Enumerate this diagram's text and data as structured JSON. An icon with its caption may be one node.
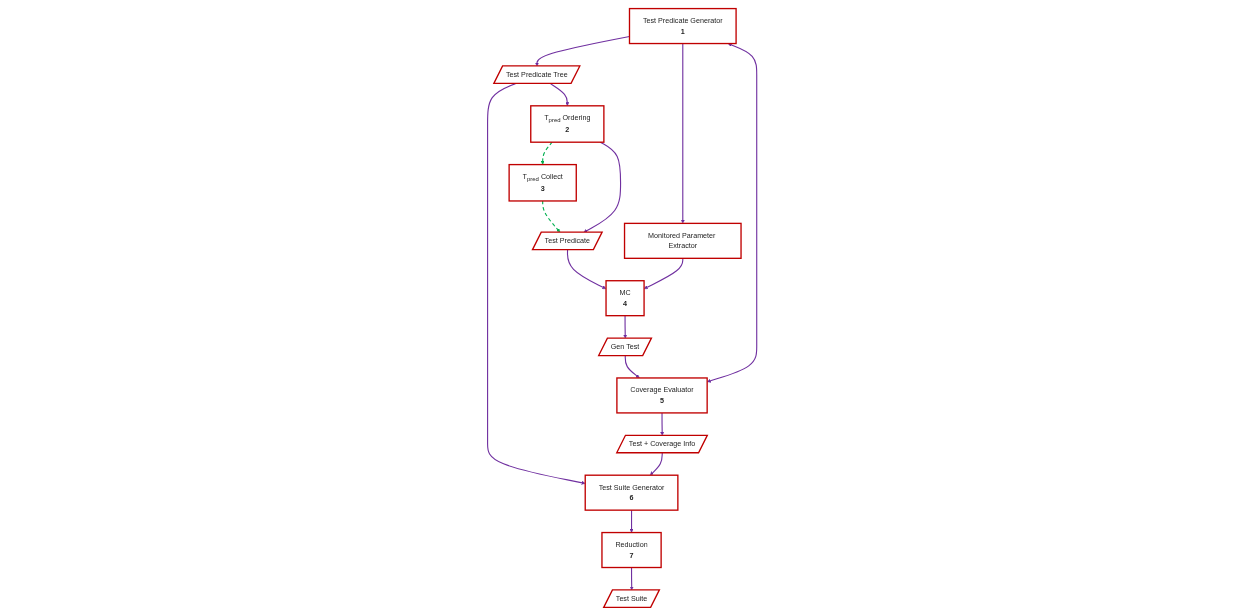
{
  "diagram": {
    "nodes": [
      {
        "text": [
          "Test Predicate Generator",
          "1"
        ]
      },
      {
        "text": [
          "Test Predicate Tree"
        ]
      },
      {
        "text": [
          "T$_{pred}$ Ordering",
          "2"
        ]
      },
      {
        "text": [
          "T$_{pred}$ Collect",
          "3"
        ]
      },
      {
        "text": [
          "Test Predicate"
        ]
      },
      {
        "text": [
          "Monitored Parameter Extractor"
        ]
      },
      {
        "text": [
          "MC",
          "4"
        ]
      },
      {
        "text": [
          "Gen Test"
        ]
      },
      {
        "text": [
          "Coverage Evaluator",
          "5"
        ]
      },
      {
        "text": [
          "Test + Coverage Info"
        ]
      },
      {
        "text": [
          "Test Suite Generator",
          "6"
        ]
      },
      {
        "text": [
          "Reduction",
          "7"
        ]
      },
      {
        "text": [
          "Test Suite"
        ]
      }
    ],
    "edges": [
      {
        "from": 0,
        "to": 1,
        "arrow": "to"
      },
      {
        "from": 1,
        "to": 10,
        "arrow": "to"
      },
      {
        "from": 10,
        "to": 11,
        "arrow": "to"
      },
      {
        "from": 1,
        "to": 2,
        "arrow": "to"
      },
      {
        "from": 2,
        "to": 3,
        "arrow": "to",
        "style": "dashed",
        "color": "#00b050"
      },
      {
        "from": 3,
        "to": 4,
        "arrow": "to",
        "style": "dashed",
        "color": "#00b050"
      },
      {
        "from": 2,
        "to": 4,
        "arrow": "to"
      },
      {
        "from": 0,
        "to": 5,
        "arrow": "to"
      },
      {
        "from": 4,
        "to": 6,
        "arrow": "to"
      },
      {
        "from": 5,
        "to": 6,
        "arrow": "to"
      },
      {
        "from": 6,
        "to": 7,
        "arrow": "to"
      },
      {
        "from": 7,
        "to": 8,
        "arrow": "to"
      },
      {
        "from": 8,
        "to": 9,
        "arrow": "to"
      },
      {
        "from": 9,
        "to": 10,
        "arrow": "to"
      },
      {
        "from": 11,
        "to": 12,
        "arrow": "to"
      },
      {
        "from": 0,
        "to": 8,
        "arrow": "both"
      }
    ]
  }
}
